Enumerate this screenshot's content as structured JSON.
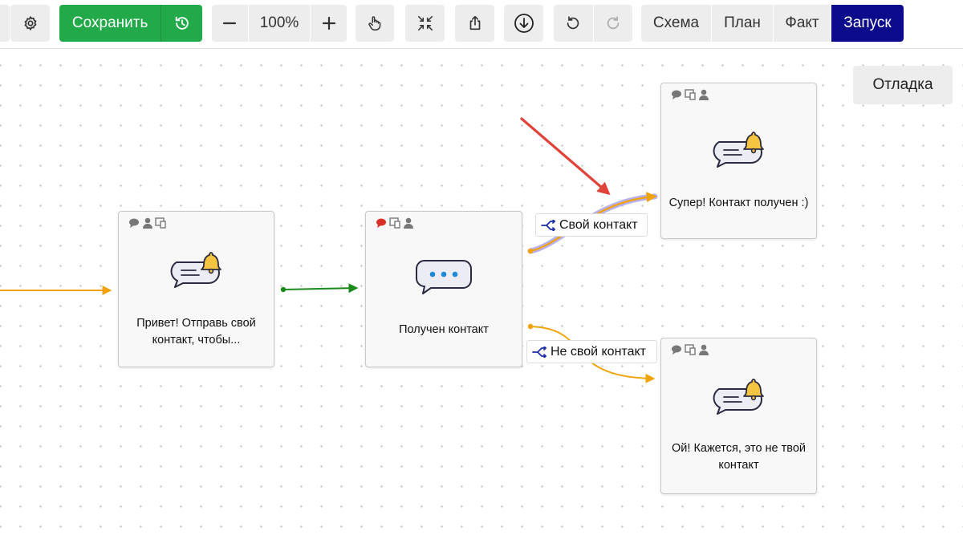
{
  "toolbar": {
    "save_label": "Сохранить",
    "zoom_level": "100%",
    "modes": [
      {
        "label": "Схема",
        "active": false
      },
      {
        "label": "План",
        "active": false
      },
      {
        "label": "Факт",
        "active": false
      },
      {
        "label": "Запуск",
        "active": true
      }
    ],
    "icons": [
      "gear-icon",
      "history-icon",
      "minus-icon",
      "plus-icon",
      "hand-icon",
      "fit-icon",
      "share-icon",
      "download-icon",
      "undo-icon",
      "redo-icon"
    ]
  },
  "canvas": {
    "debug_label": "Отладка",
    "nodes": [
      {
        "id": "greeting",
        "text_line1": "Привет! Отправь свой",
        "text_line2": "контакт, чтобы...",
        "icon": "message-bell-icon"
      },
      {
        "id": "contact-received",
        "text": "Получен контакт",
        "icon": "message-typing-icon"
      },
      {
        "id": "success",
        "text": "Супер! Контакт получен :)",
        "icon": "message-bell-icon"
      },
      {
        "id": "error",
        "text_line1": "Ой! Кажется, это не твой",
        "text_line2": "контакт",
        "icon": "message-bell-icon"
      }
    ],
    "edge_labels": [
      {
        "id": "own-contact",
        "text": "Свой контакт",
        "icon": "branch-icon"
      },
      {
        "id": "not-own-contact",
        "text": "Не свой контакт",
        "icon": "branch-icon"
      }
    ],
    "colors": {
      "edge_default": "#f0a30a",
      "edge_active": "#1a8a1a",
      "arrow_annotation": "#e0433a",
      "accent_run": "#0b0b8c",
      "save_green": "#22a94a"
    }
  }
}
